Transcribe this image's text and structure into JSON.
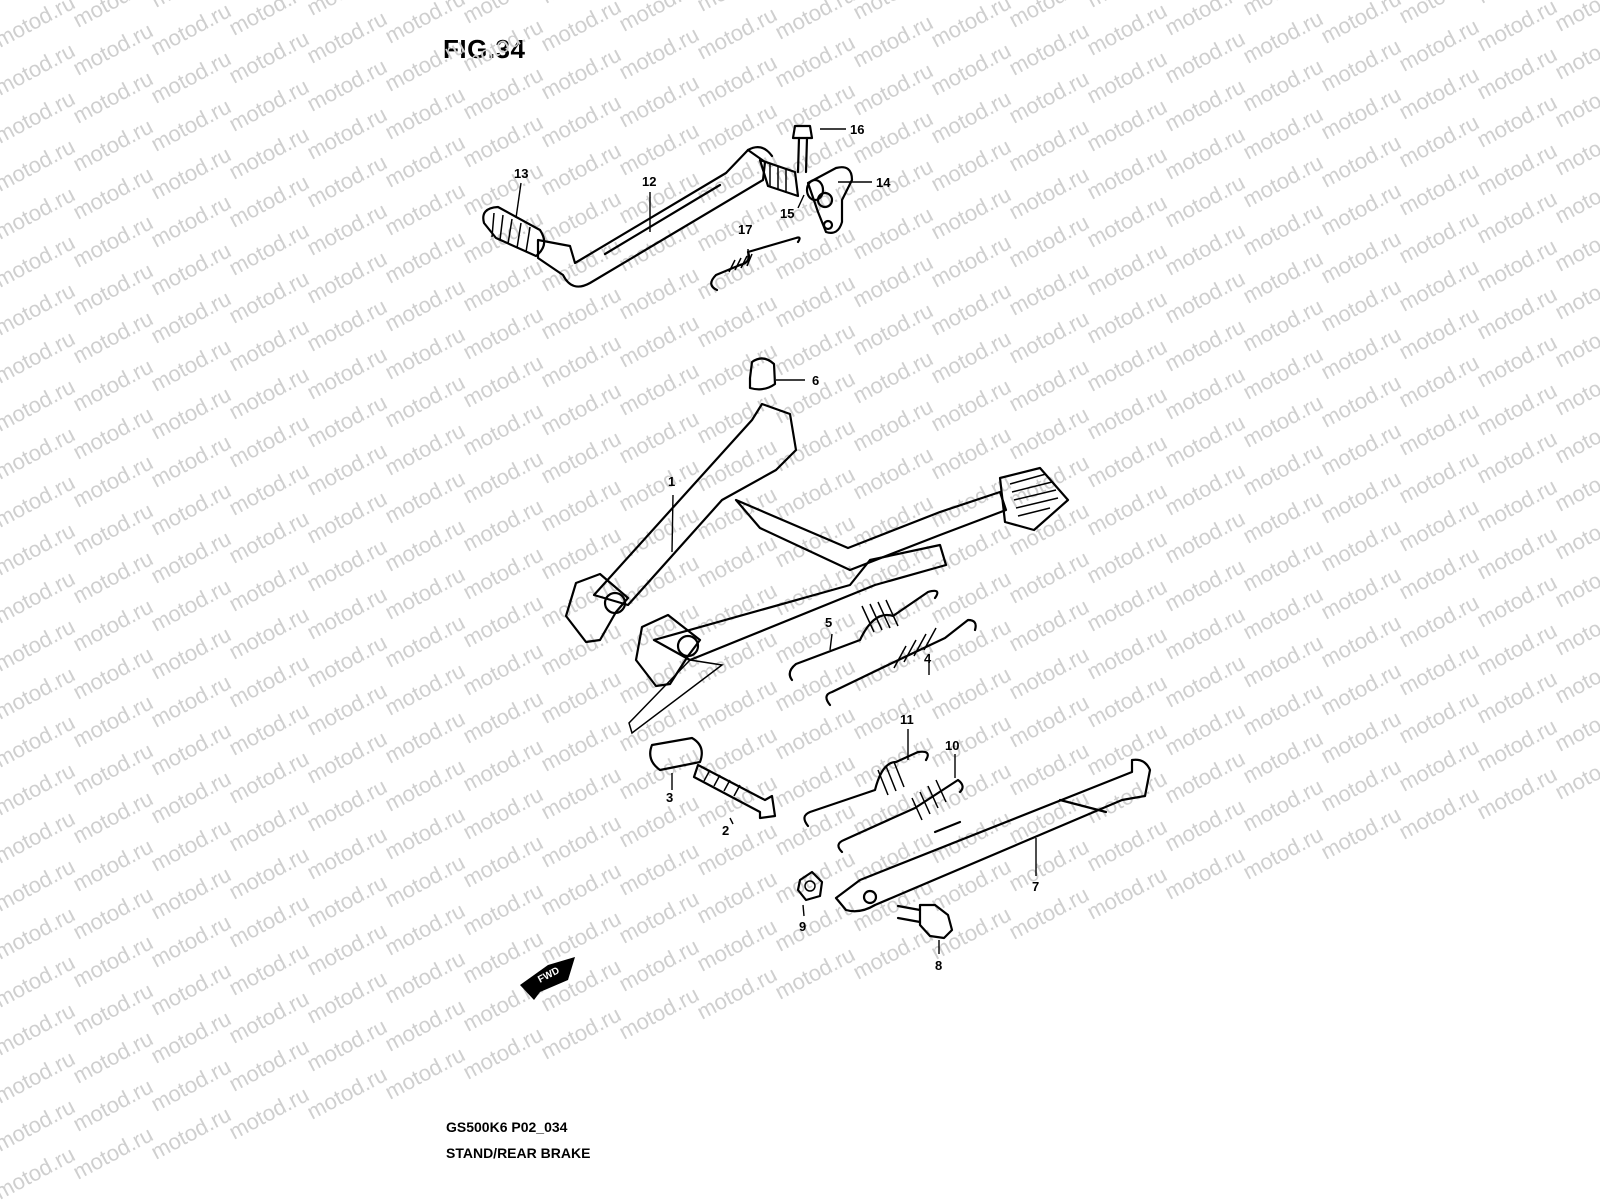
{
  "figure": {
    "title": "FIG.34"
  },
  "watermark": {
    "text": "motod.ru"
  },
  "footer": {
    "code": "GS500K6 P02_034",
    "name": "STAND/REAR BRAKE"
  },
  "fwd_badge": {
    "text": "FWD"
  },
  "callouts": [
    "1",
    "2",
    "3",
    "4",
    "5",
    "6",
    "7",
    "8",
    "9",
    "10",
    "11",
    "12",
    "13",
    "14",
    "15",
    "16",
    "17"
  ]
}
